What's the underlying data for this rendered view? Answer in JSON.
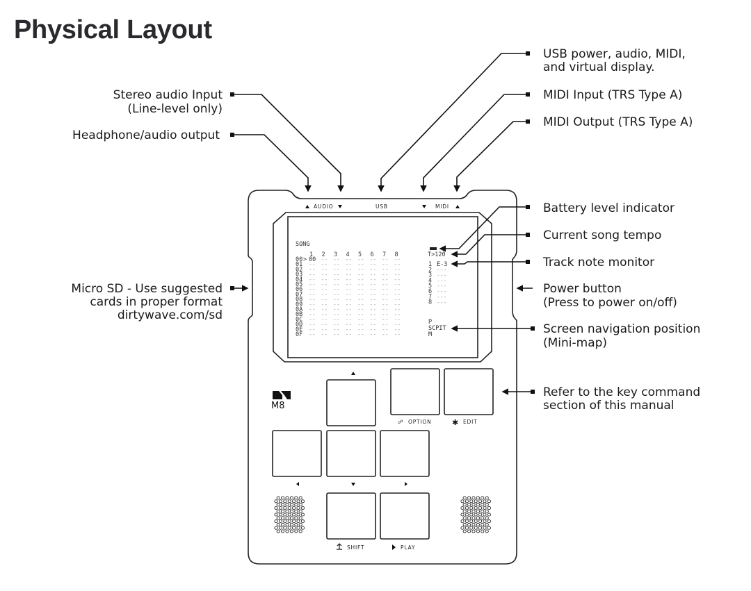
{
  "title": "Physical Layout",
  "callouts": {
    "stereo_input": [
      "Stereo audio Input",
      "(Line-level only)"
    ],
    "headphone_output": [
      "Headphone/audio output"
    ],
    "usb": [
      "USB power, audio, MIDI,",
      "and virtual display."
    ],
    "midi_input": [
      "MIDI Input (TRS Type A)"
    ],
    "midi_output": [
      "MIDI Output (TRS Type A)"
    ],
    "battery": [
      "Battery level indicator"
    ],
    "tempo": [
      "Current song tempo"
    ],
    "track_note": [
      "Track note monitor"
    ],
    "power": [
      "Power button",
      "(Press to power on/off)"
    ],
    "nav_position": [
      "Screen navigation position",
      "(Mini-map)"
    ],
    "micro_sd": [
      "Micro SD - Use suggested",
      "cards in proper format",
      "dirtywave.com/sd"
    ],
    "key_commands": [
      "Refer to the key command",
      "section of this manual"
    ]
  },
  "device": {
    "port_labels": {
      "audio": "AUDIO",
      "usb": "USB",
      "midi": "MIDI"
    },
    "logo": "M8",
    "buttons": {
      "option": "OPTION",
      "edit": "EDIT",
      "shift": "SHIFT",
      "play": "PLAY"
    },
    "screen": {
      "view": "SONG",
      "track_headers": [
        "1",
        "2",
        "3",
        "4",
        "5",
        "6",
        "7",
        "8"
      ],
      "rows": [
        "00",
        "01",
        "02",
        "03",
        "04",
        "05",
        "06",
        "07",
        "08",
        "09",
        "0A",
        "0B",
        "0C",
        "0D",
        "0E",
        "0F"
      ],
      "first_cell": "00",
      "empty_cell": "--",
      "tempo": "T>120",
      "note_tracks": [
        "1",
        "2",
        "3",
        "4",
        "5",
        "6",
        "7",
        "8"
      ],
      "first_note": "E-3",
      "empty_note": "---",
      "minimap": {
        "top": "P",
        "mid": "SCPIT",
        "bottom": "M"
      }
    }
  }
}
